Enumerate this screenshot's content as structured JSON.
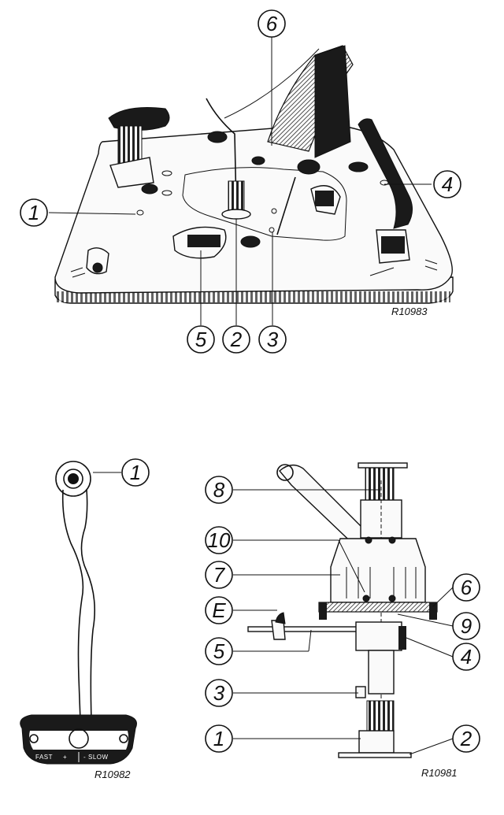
{
  "figures": {
    "top": {
      "reference": "R10983",
      "callouts": [
        "6",
        "1",
        "4",
        "5",
        "2",
        "3"
      ]
    },
    "bottom_left": {
      "reference": "R10982",
      "callouts": [
        "1"
      ],
      "plate_labels": {
        "fast": "FAST",
        "plus": "+",
        "minus": "-",
        "slow": "SLOW"
      }
    },
    "bottom_right": {
      "reference": "R10981",
      "callouts": [
        "8",
        "10",
        "7",
        "E",
        "5",
        "3",
        "1",
        "6",
        "9",
        "4",
        "2"
      ]
    }
  }
}
